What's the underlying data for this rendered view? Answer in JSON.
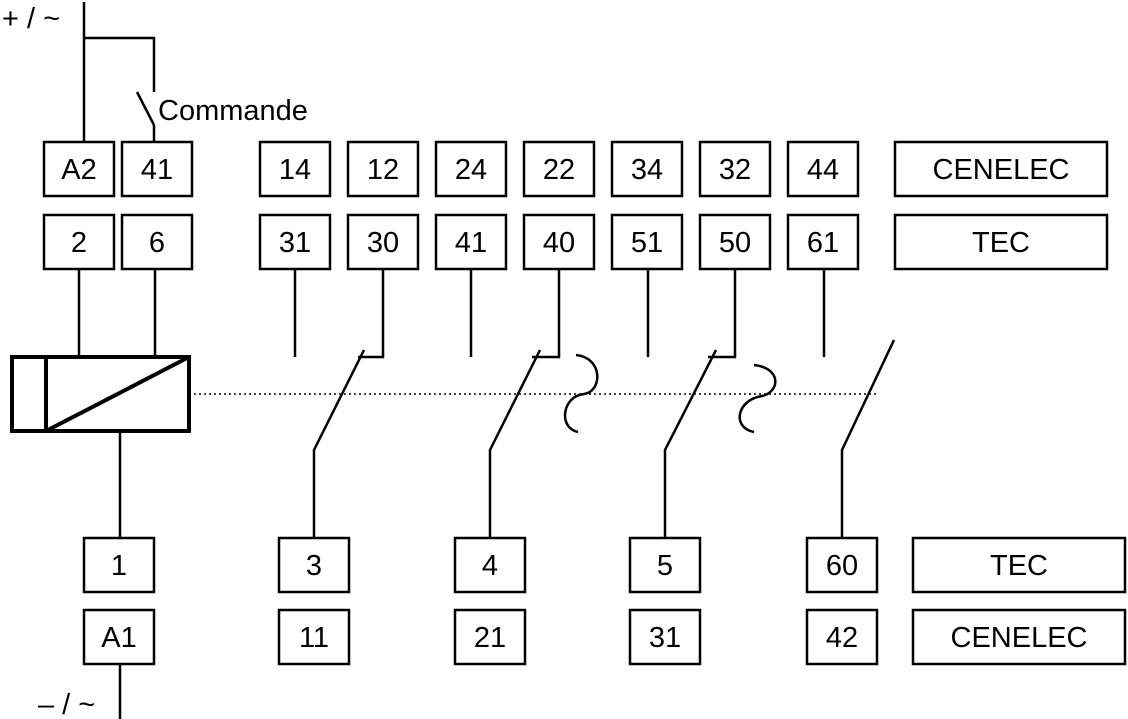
{
  "supply": {
    "positive": "+ / ~",
    "negative": "– / ~"
  },
  "control_label": "Commande",
  "coil": {
    "cenelec_top": [
      "A2",
      "41"
    ],
    "tec_top": [
      "2",
      "6"
    ],
    "tec_bottom": "1",
    "cenelec_bottom": "A1"
  },
  "contacts": [
    {
      "cenelec_no": "14",
      "cenelec_nc": "12",
      "tec_no": "31",
      "tec_nc": "30",
      "tec_common": "3",
      "cenelec_common": "11"
    },
    {
      "cenelec_no": "24",
      "cenelec_nc": "22",
      "tec_no": "41",
      "tec_nc": "40",
      "tec_common": "4",
      "cenelec_common": "21"
    },
    {
      "cenelec_no": "34",
      "cenelec_nc": "32",
      "tec_no": "51",
      "tec_nc": "50",
      "tec_common": "5",
      "cenelec_common": "31"
    },
    {
      "cenelec_no": "44",
      "tec_no": "61",
      "tec_common": "60",
      "cenelec_common": "42"
    }
  ],
  "legend": {
    "top_cenelec": "CENELEC",
    "top_tec": "TEC",
    "bottom_tec": "TEC",
    "bottom_cenelec": "CENELEC"
  }
}
